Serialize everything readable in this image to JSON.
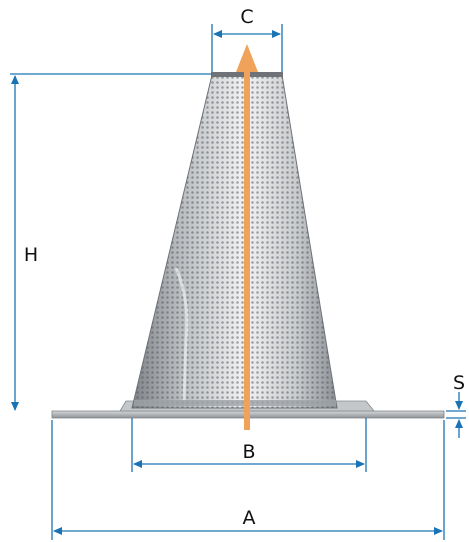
{
  "colors": {
    "dimension_line": "#1a73b5",
    "flow_arrow": "#f0a25a",
    "metal_light": "#e4e6e8",
    "metal_dark": "#8d9196",
    "flange": "#b9bcbf"
  },
  "labels": {
    "top_diameter": "C",
    "height": "H",
    "base_inner_diameter": "B",
    "base_outer_diameter": "A",
    "flange_thickness": "S"
  },
  "icons": {
    "flow_direction": "arrow-up-icon"
  }
}
